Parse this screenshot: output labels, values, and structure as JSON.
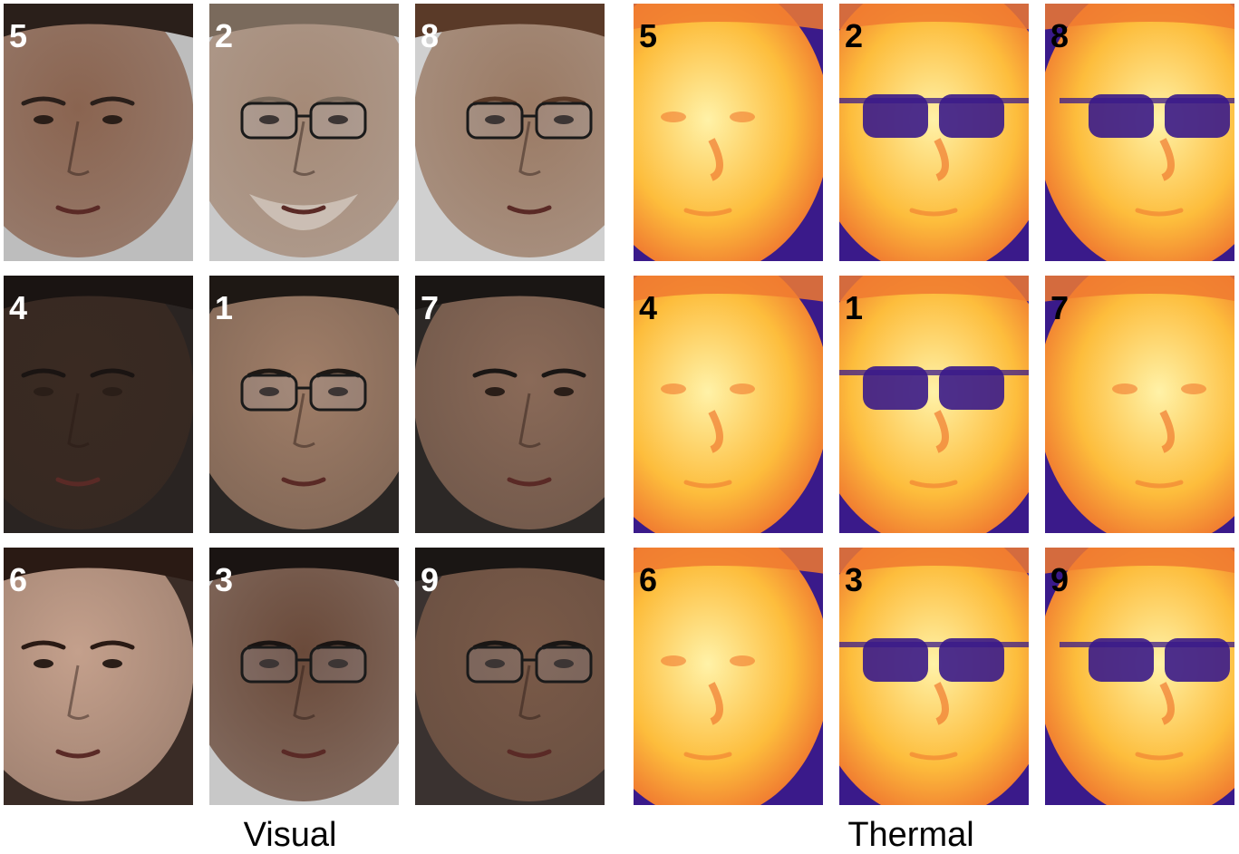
{
  "figure": {
    "visual_label": "Visual",
    "thermal_label": "Thermal"
  },
  "visual": {
    "tiles": [
      {
        "number": "5",
        "skin": "#8a6450",
        "hair": "#2a1f1a",
        "bg": "#bdbdbd",
        "pose": "right",
        "glasses": "none"
      },
      {
        "number": "2",
        "skin": "#a58a77",
        "hair": "#7a6a5c",
        "bg": "#c9c9c9",
        "pose": "front",
        "glasses": "clear",
        "beard": "#d8d0c8"
      },
      {
        "number": "8",
        "skin": "#9a7a64",
        "hair": "#5a3a28",
        "bg": "#d0d0d0",
        "pose": "left",
        "glasses": "clear"
      },
      {
        "number": "4",
        "skin": "#3a2a22",
        "hair": "#1a1412",
        "bg": "#2a2422",
        "pose": "right",
        "glasses": "none"
      },
      {
        "number": "1",
        "skin": "#a07e68",
        "hair": "#1e1814",
        "bg": "#2a2624",
        "pose": "front",
        "glasses": "clear"
      },
      {
        "number": "7",
        "skin": "#8a6a58",
        "hair": "#1a1614",
        "bg": "#2c2826",
        "pose": "left",
        "glasses": "none"
      },
      {
        "number": "6",
        "skin": "#c4a08c",
        "hair": "#2a1a14",
        "bg": "#3a2c26",
        "pose": "right",
        "glasses": "none"
      },
      {
        "number": "3",
        "skin": "#6a4a3a",
        "hair": "#1a1412",
        "bg": "#c8c8c8",
        "pose": "front",
        "glasses": "clear"
      },
      {
        "number": "9",
        "skin": "#7a5a48",
        "hair": "#1a1614",
        "bg": "#3a3230",
        "pose": "left",
        "glasses": "clear"
      }
    ]
  },
  "thermal": {
    "colors": {
      "hot": "#fff2a8",
      "warm": "#fdbd3c",
      "mid": "#f07a30",
      "cool": "#c03a6a",
      "cold": "#3a1a8a"
    },
    "tiles": [
      {
        "number": "5",
        "pose": "right",
        "glasses": "none"
      },
      {
        "number": "2",
        "pose": "front",
        "glasses": "dark"
      },
      {
        "number": "8",
        "pose": "left",
        "glasses": "dark"
      },
      {
        "number": "4",
        "pose": "right",
        "glasses": "none"
      },
      {
        "number": "1",
        "pose": "front",
        "glasses": "dark"
      },
      {
        "number": "7",
        "pose": "left",
        "glasses": "none"
      },
      {
        "number": "6",
        "pose": "right",
        "glasses": "none"
      },
      {
        "number": "3",
        "pose": "front",
        "glasses": "dark"
      },
      {
        "number": "9",
        "pose": "left",
        "glasses": "dark"
      }
    ]
  }
}
